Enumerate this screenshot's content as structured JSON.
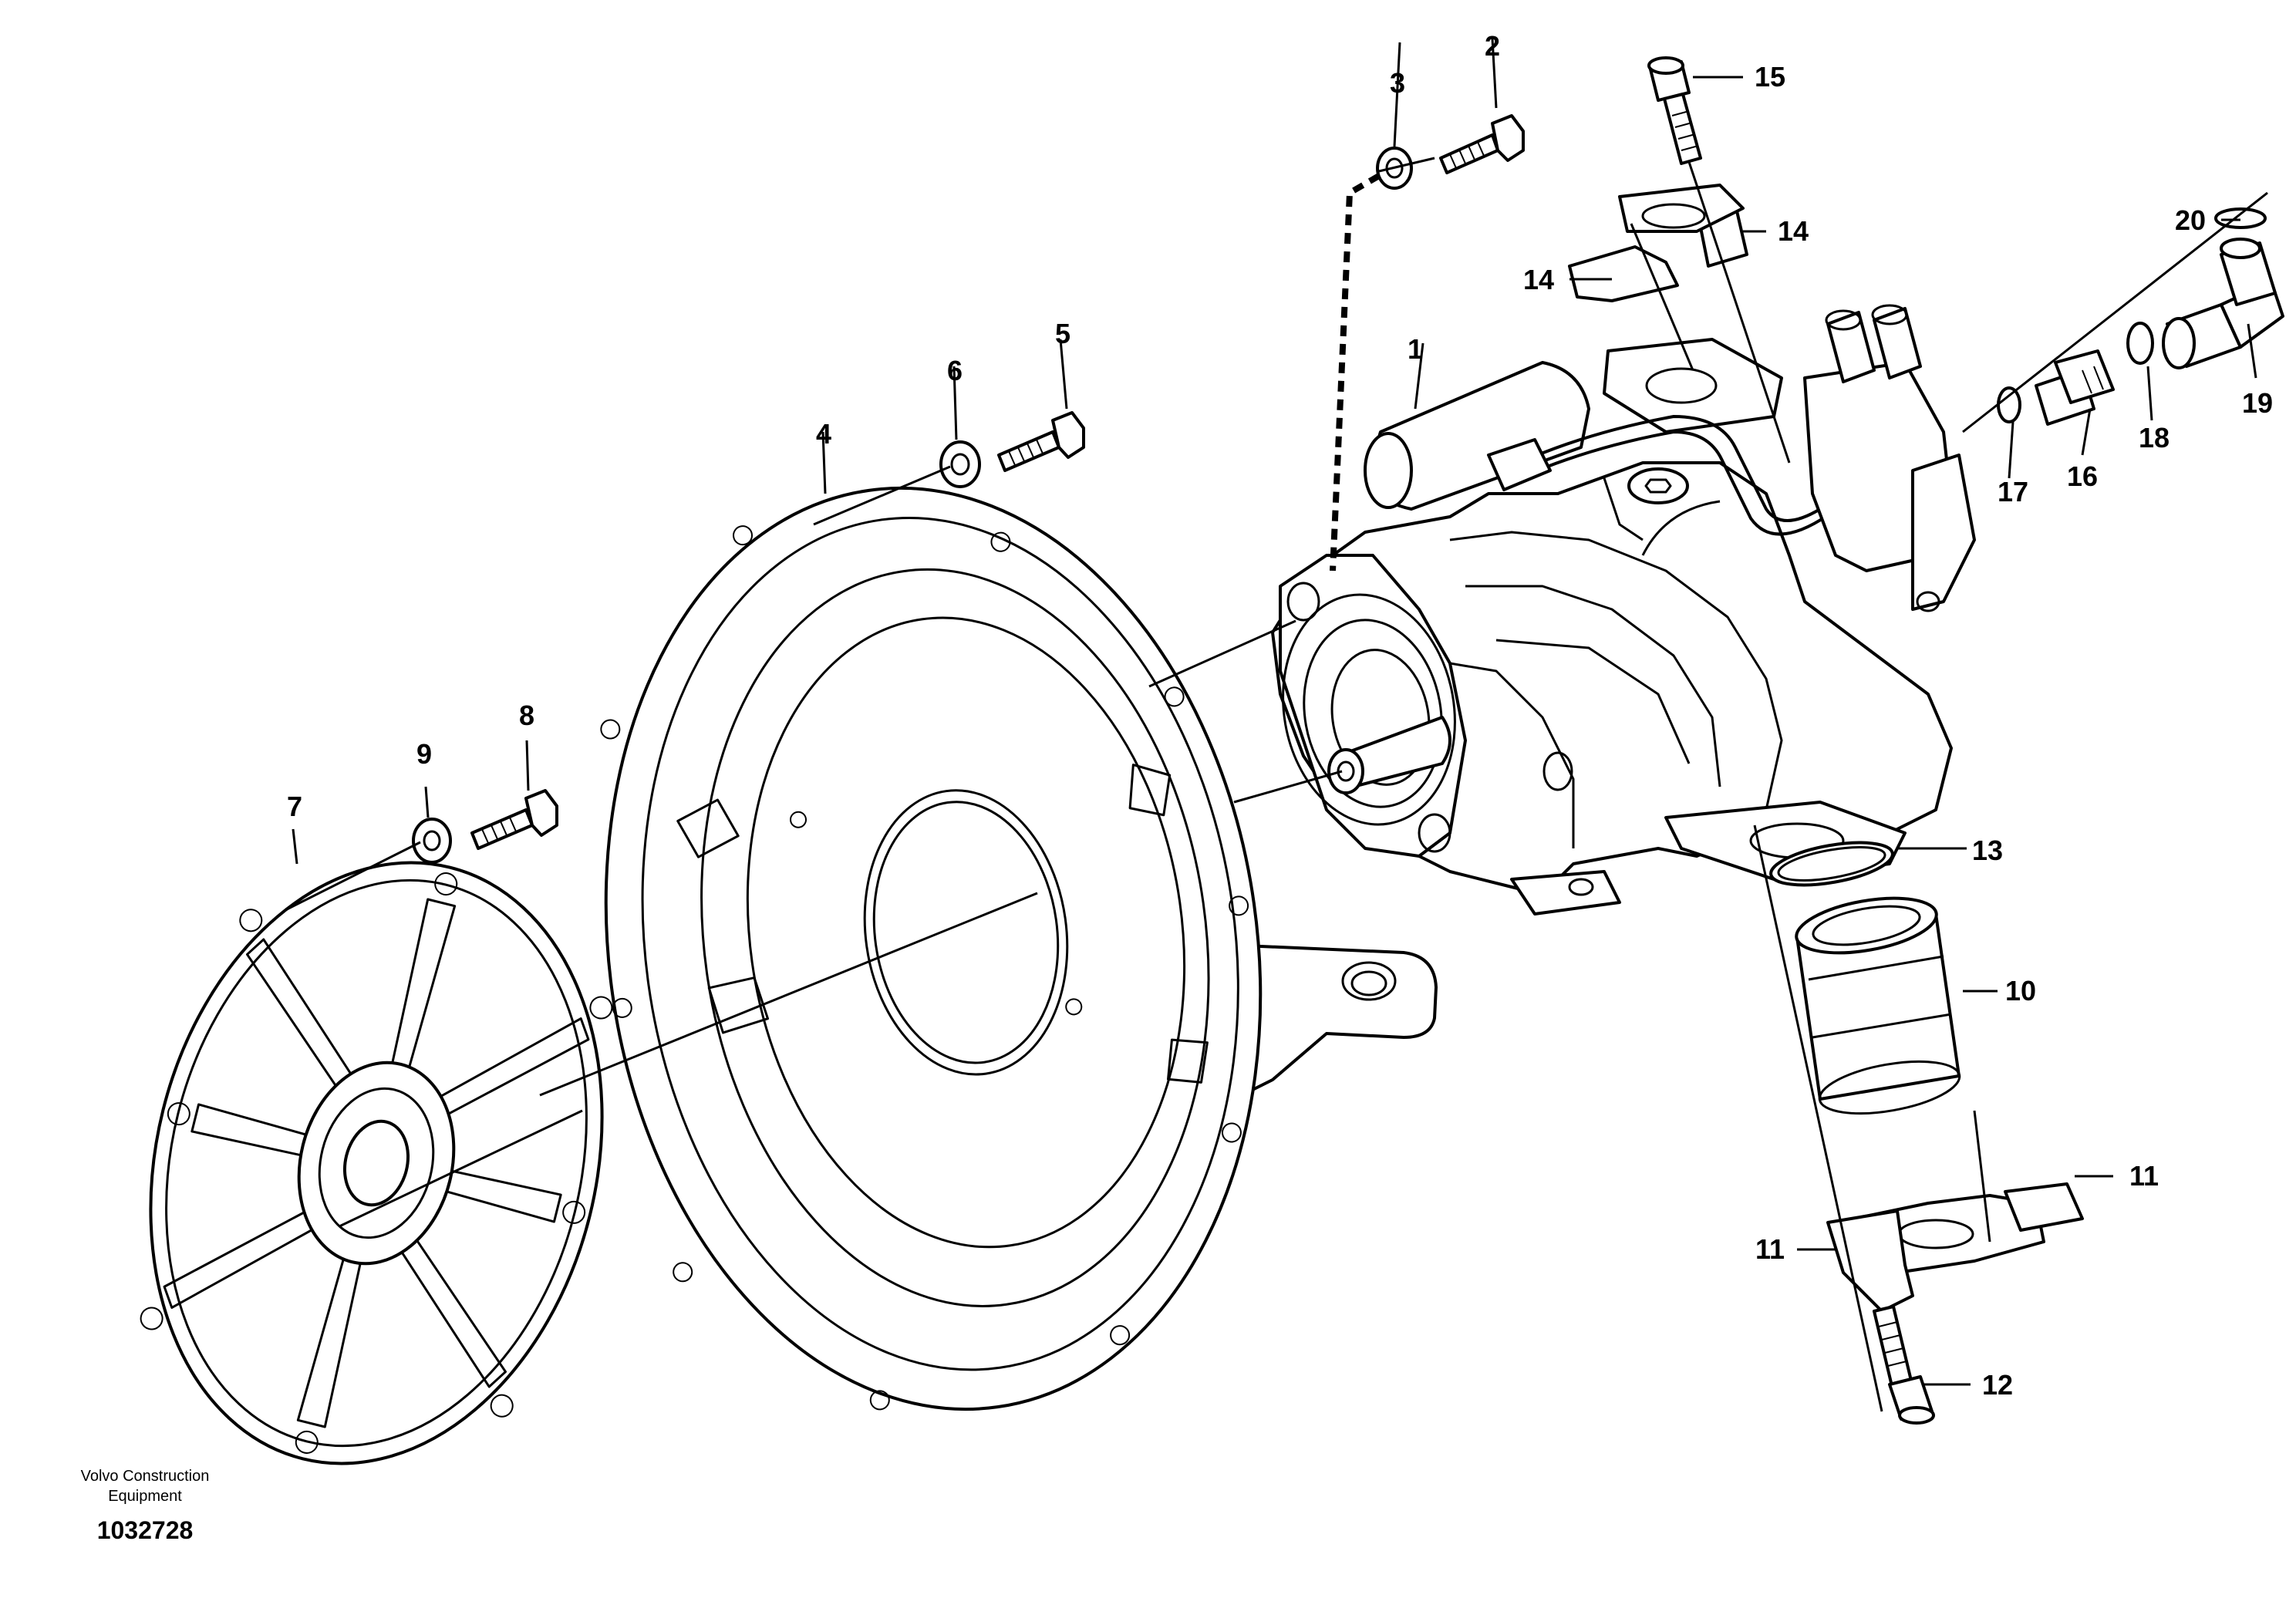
{
  "diagram": {
    "labels": {
      "p1": "1",
      "p2": "2",
      "p3": "3",
      "p4": "4",
      "p5": "5",
      "p6": "6",
      "p7": "7",
      "p8": "8",
      "p9": "9",
      "p10": "10",
      "p11a": "11",
      "p11b": "11",
      "p12": "12",
      "p13": "13",
      "p14a": "14",
      "p14b": "14",
      "p15": "15",
      "p16": "16",
      "p17": "17",
      "p18": "18",
      "p19": "19",
      "p20": "20"
    },
    "credit_line1": "Volvo Construction",
    "credit_line2": "Equipment",
    "doc_number": "1032728"
  }
}
